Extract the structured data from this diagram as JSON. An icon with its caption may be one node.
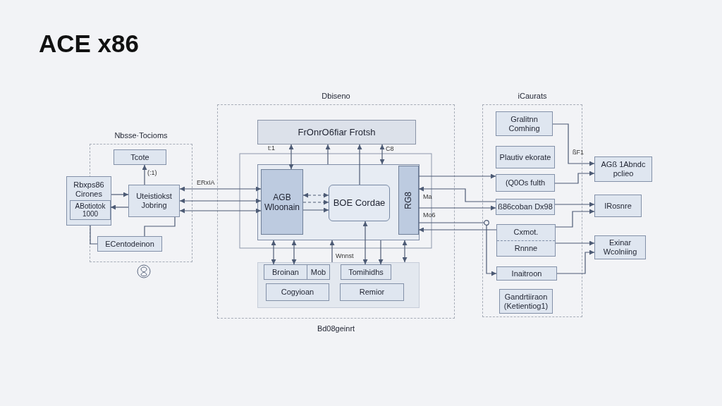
{
  "diagram": {
    "title": "ACE x86",
    "nodes": [
      {
        "text": [
          "Nbsse·Tocioms"
        ]
      },
      {
        "text": [
          "Tcote"
        ],
        "in": 0
      },
      {
        "text": [
          "Rbxps86 Cirones"
        ]
      },
      {
        "text": [
          "ABotiotok 1000"
        ],
        "in": 2
      },
      {
        "text": [
          "Uteistiokst Jobring"
        ],
        "in": 0
      },
      {
        "text": [
          "ECentodeinon"
        ],
        "in": 0
      },
      {
        "text": [
          "Dbiseno",
          "Bd08geinrt"
        ]
      },
      {
        "text": [
          "FrOnrO6fiar Frotsh"
        ],
        "in": 6
      },
      {
        "text": [],
        "shape": "box",
        "in": 6
      },
      {
        "text": [
          "AGB Wloonain"
        ],
        "in": 8
      },
      {
        "text": [
          "BOE Cordae"
        ],
        "in": 8
      },
      {
        "text": [
          "RG8"
        ],
        "in": 8
      },
      {
        "text": [],
        "shape": "box",
        "in": 6
      },
      {
        "text": [
          "Broinan",
          "Mob"
        ],
        "in": 12
      },
      {
        "text": [
          "Tomihidhs"
        ],
        "in": 12
      },
      {
        "text": [
          "Cogyioan"
        ],
        "in": 12
      },
      {
        "text": [
          "Remior"
        ],
        "in": 12
      },
      {
        "text": [
          "iCaurats"
        ]
      },
      {
        "text": [
          "Gralitnn Comhing"
        ],
        "in": 17
      },
      {
        "text": [
          "Plautiv ekorate"
        ],
        "in": 17
      },
      {
        "text": [
          "(Q0Os fulth"
        ],
        "in": 17
      },
      {
        "text": [
          "ß86coban Dx98"
        ],
        "in": 17
      },
      {
        "text": [
          "Cxmot.",
          "Rnnne"
        ],
        "in": 17
      },
      {
        "text": [
          "Inaitroon"
        ],
        "in": 17
      },
      {
        "text": [
          "Gandrtiiraon (Ketientiog1)"
        ],
        "in": 17
      },
      {
        "text": [
          "AGß 1Abndc pclieo"
        ]
      },
      {
        "text": [
          "IRosnre"
        ]
      },
      {
        "text": [
          "Exinar Wcolniing"
        ]
      }
    ],
    "edges": [
      {
        "from": 4,
        "to": 1,
        "arrow": "to"
      },
      {
        "from": 2,
        "to": 4,
        "arrow": "to"
      },
      {
        "from": 4,
        "to": 3,
        "arrow": "to"
      },
      {
        "from": 4,
        "to": 5,
        "arrow": "none"
      },
      {
        "from": 2,
        "to": 5,
        "arrow": "none"
      },
      {
        "from": 4,
        "to": 9,
        "arrow": "both"
      },
      {
        "from": 4,
        "to": 9,
        "arrow": "both"
      },
      {
        "from": 4,
        "to": 9,
        "arrow": "both"
      },
      {
        "from": 9,
        "to": 7,
        "arrow": "both"
      },
      {
        "from": 8,
        "to": 7,
        "arrow": "to"
      },
      {
        "from": 10,
        "to": 7,
        "arrow": "to"
      },
      {
        "from": 8,
        "to": 7,
        "arrow": "both"
      },
      {
        "from": 9,
        "to": 10,
        "arrow": "both",
        "style": "dashed"
      },
      {
        "from": 9,
        "to": 10,
        "arrow": "to",
        "style": "dashed"
      },
      {
        "from": 9,
        "to": 10,
        "arrow": "to"
      },
      {
        "from": 8,
        "to": 13,
        "arrow": "both"
      },
      {
        "from": 8,
        "to": 13,
        "arrow": "both"
      },
      {
        "from": 12,
        "to": 8,
        "arrow": "to"
      },
      {
        "from": 10,
        "to": 14,
        "arrow": "both"
      },
      {
        "from": 8,
        "to": 14,
        "arrow": "to"
      },
      {
        "from": 8,
        "to": 12,
        "arrow": "both"
      },
      {
        "from": 11,
        "to": 20,
        "arrow": "to"
      },
      {
        "from": 21,
        "to": 11,
        "arrow": "to"
      },
      {
        "from": 11,
        "to": 21,
        "arrow": "to"
      },
      {
        "from": 22,
        "to": 11,
        "arrow": "to"
      },
      {
        "from": 11,
        "to": 23,
        "arrow": "to"
      },
      {
        "from": 18,
        "to": 25,
        "arrow": "to"
      },
      {
        "from": 20,
        "to": 25,
        "arrow": "to"
      },
      {
        "from": 21,
        "to": 26,
        "arrow": "to"
      },
      {
        "from": 22,
        "to": 26,
        "arrow": "to"
      },
      {
        "from": 22,
        "to": 27,
        "arrow": "to"
      },
      {
        "from": 23,
        "to": 27,
        "arrow": "to"
      }
    ],
    "labels": [
      "t:1",
      "C8",
      "ßF1",
      "(:1)",
      "ERxIA",
      "Ma",
      "Mo6",
      "Wnnst"
    ]
  }
}
